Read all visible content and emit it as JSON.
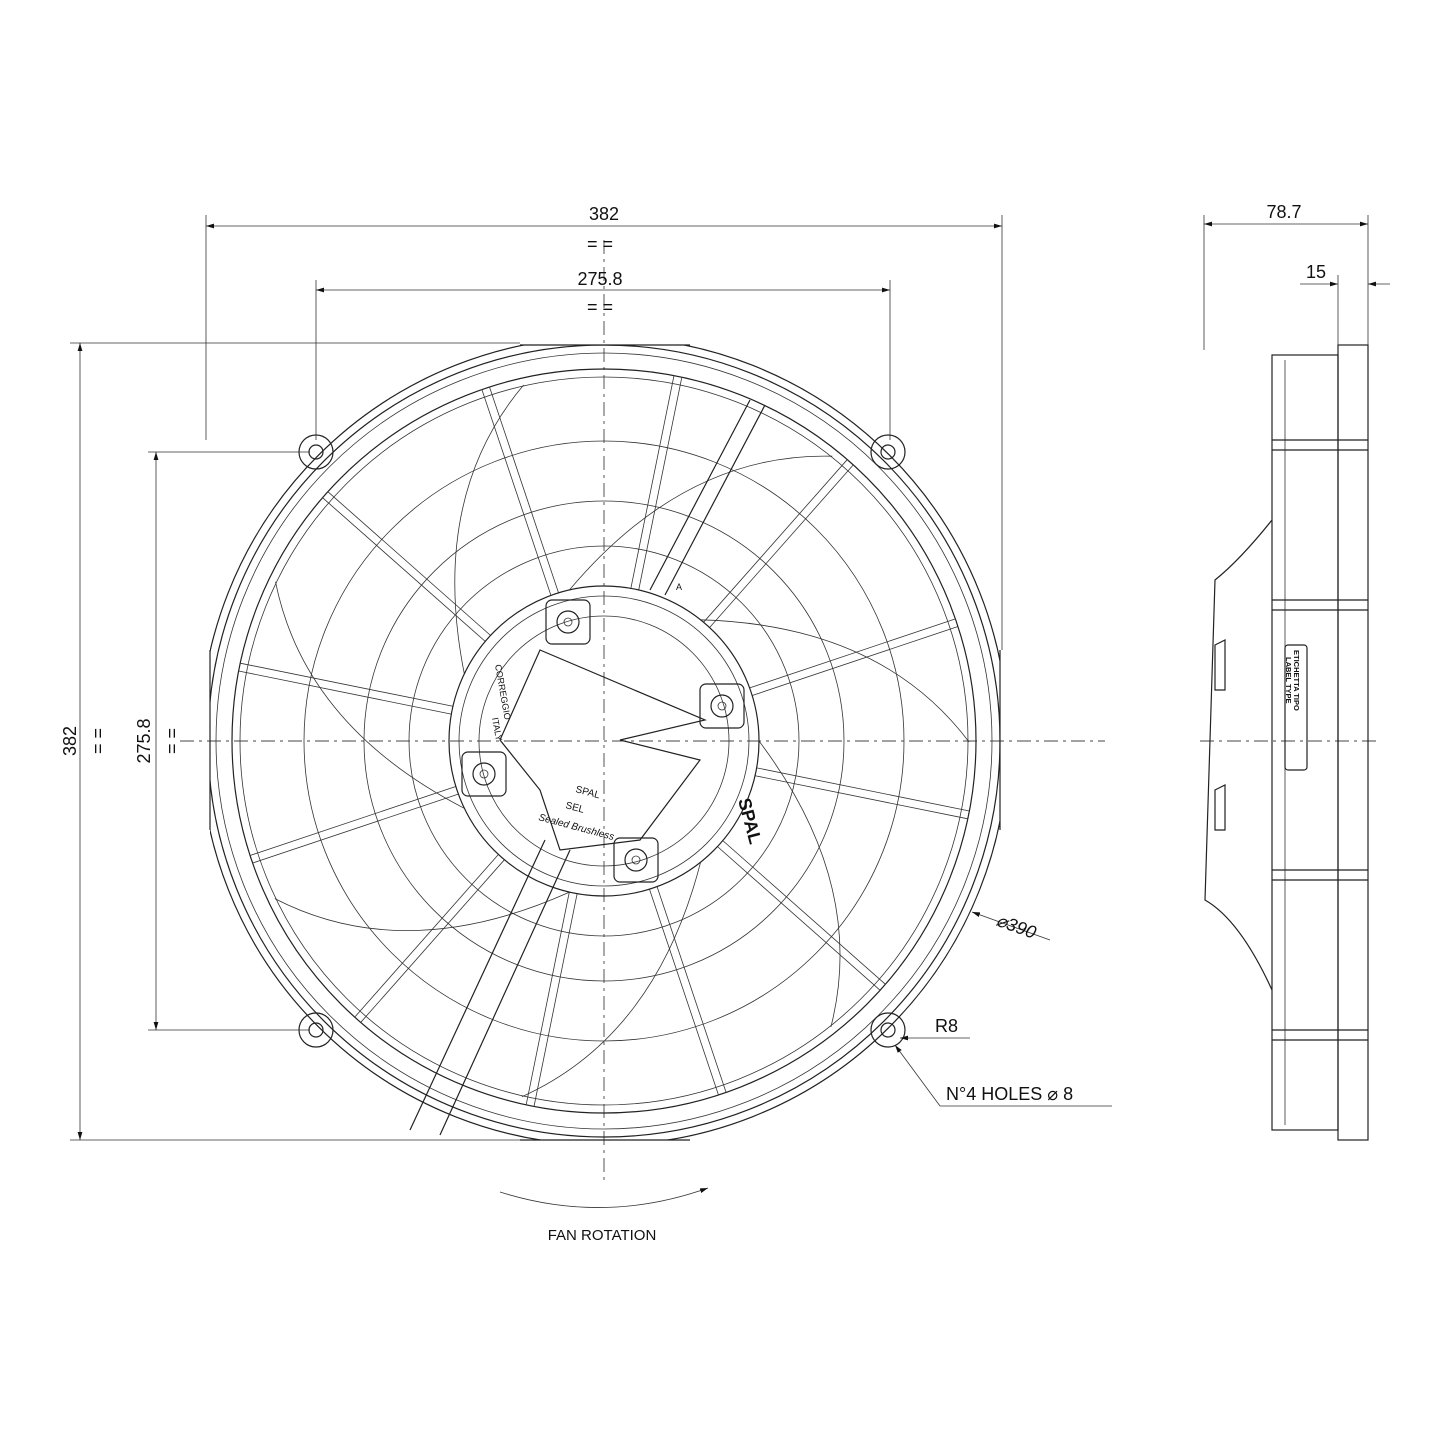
{
  "dimensions": {
    "overall_width": "382",
    "overall_width_eq": "= =",
    "hole_spacing_h": "275.8",
    "hole_spacing_h_eq": "= =",
    "overall_height": "382",
    "overall_height_eq": "= =",
    "hole_spacing_v": "275.8",
    "hole_spacing_v_eq": "= =",
    "depth": "78.7",
    "flange": "15",
    "diameter": "⌀390",
    "radius": "R8",
    "holes": "N°4 HOLES ⌀ 8"
  },
  "labels": {
    "fan_rotation": "FAN ROTATION",
    "label_line1": "ETICHETTA TIPO",
    "label_line2": "LABEL TYPE",
    "hub_brand": "SPAL",
    "hub_origin_1": "CORREGGIO",
    "hub_origin_2": "ITALY",
    "hub_brand_small": "SPAL",
    "hub_sel": "SEL",
    "hub_sealed": "Sealed Brushless",
    "hub_mark": "A"
  }
}
